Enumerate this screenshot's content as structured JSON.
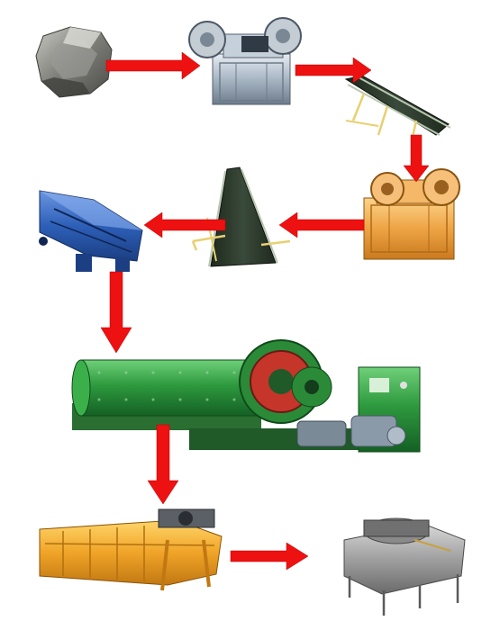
{
  "diagram": {
    "type": "process-flow",
    "background": "#ffffff",
    "arrow_color": "#ee1111",
    "stages": [
      {
        "id": "raw-ore",
        "icon": "ore-rock-icon",
        "color": "#8a8a86"
      },
      {
        "id": "primary-jaw-crusher",
        "icon": "jaw-crusher-icon",
        "color": "#9aa8b8"
      },
      {
        "id": "belt-conveyor-1",
        "icon": "belt-conveyor-icon",
        "color": "#2e3b2e"
      },
      {
        "id": "secondary-jaw-crusher",
        "icon": "jaw-crusher-icon",
        "color": "#e8a040"
      },
      {
        "id": "belt-conveyor-2",
        "icon": "belt-conveyor-icon",
        "color": "#2e3b2e"
      },
      {
        "id": "vibrating-feeder",
        "icon": "vibrating-feeder-icon",
        "color": "#2d5fb8"
      },
      {
        "id": "ball-mill",
        "icon": "ball-mill-icon",
        "color": "#2e9a3e"
      },
      {
        "id": "spiral-classifier",
        "icon": "spiral-classifier-icon",
        "color": "#f0a428"
      },
      {
        "id": "magnetic-separator",
        "icon": "magnetic-separator-icon",
        "color": "#9a9a9a"
      }
    ],
    "flow": [
      [
        "raw-ore",
        "primary-jaw-crusher"
      ],
      [
        "primary-jaw-crusher",
        "belt-conveyor-1"
      ],
      [
        "belt-conveyor-1",
        "secondary-jaw-crusher"
      ],
      [
        "secondary-jaw-crusher",
        "belt-conveyor-2"
      ],
      [
        "belt-conveyor-2",
        "vibrating-feeder"
      ],
      [
        "vibrating-feeder",
        "ball-mill"
      ],
      [
        "ball-mill",
        "spiral-classifier"
      ],
      [
        "spiral-classifier",
        "magnetic-separator"
      ]
    ]
  }
}
